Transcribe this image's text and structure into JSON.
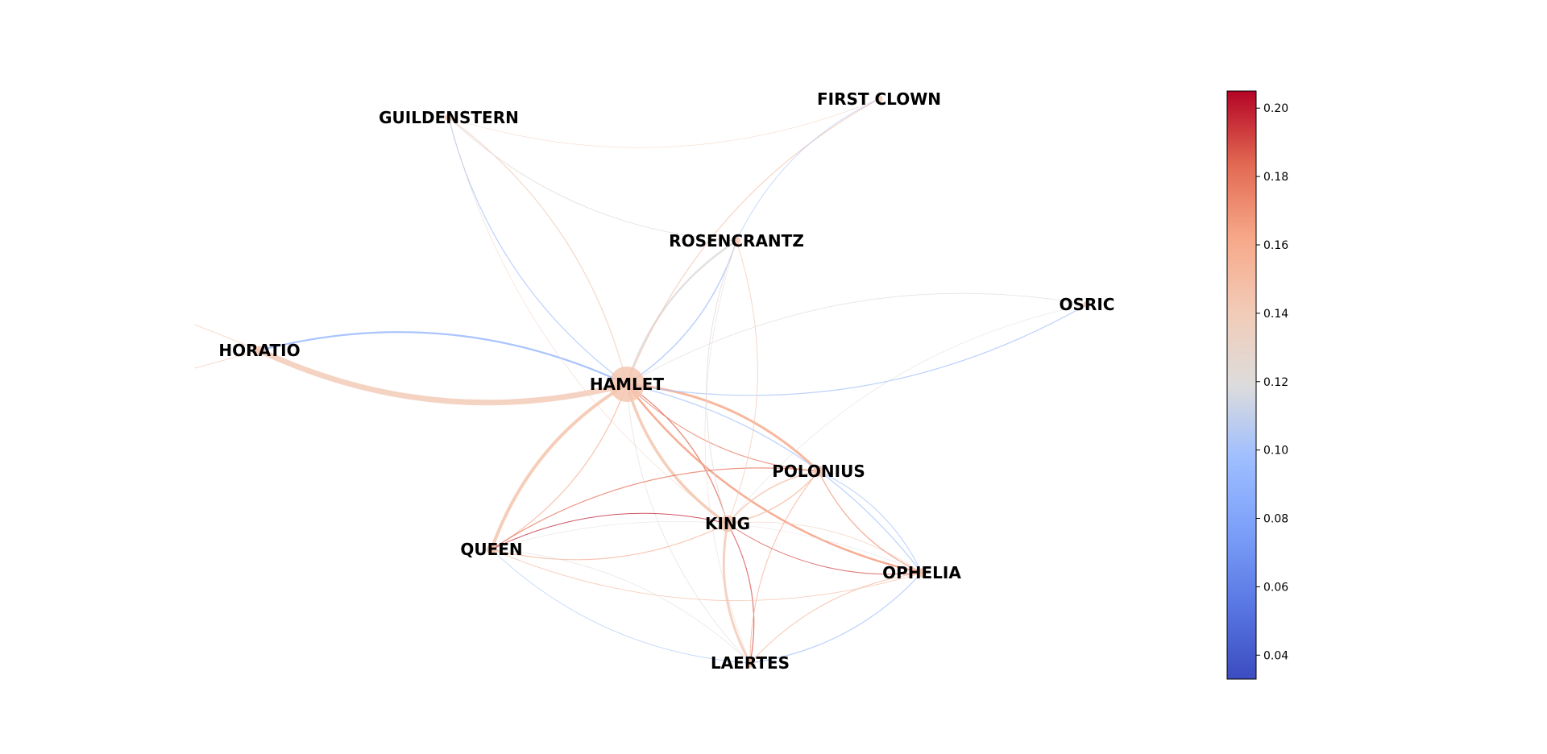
{
  "network": {
    "nodes": [
      {
        "id": "HAMLET",
        "label": "HAMLET",
        "size": 1.0
      },
      {
        "id": "KING",
        "label": "KING",
        "size": 0.35
      },
      {
        "id": "POLONIUS",
        "label": "POLONIUS",
        "size": 0.15
      },
      {
        "id": "QUEEN",
        "label": "QUEEN",
        "size": 0.12
      },
      {
        "id": "OPHELIA",
        "label": "OPHELIA",
        "size": 0.08
      },
      {
        "id": "LAERTES",
        "label": "LAERTES",
        "size": 0.1
      },
      {
        "id": "HORATIO",
        "label": "HORATIO",
        "size": 0.08
      },
      {
        "id": "ROSENCRANTZ",
        "label": "ROSENCRANTZ",
        "size": 0.06
      },
      {
        "id": "GUILDENSTERN",
        "label": "GUILDENSTERN",
        "size": 0.05
      },
      {
        "id": "FIRST CLOWN",
        "label": "FIRST CLOWN",
        "size": 0.03
      },
      {
        "id": "OSRIC",
        "label": "OSRIC",
        "size": 0.03
      }
    ],
    "edges": [
      {
        "source": "HORATIO",
        "target": "HAMLET",
        "value": 0.14,
        "width": 7
      },
      {
        "source": "HAMLET",
        "target": "HORATIO",
        "value": 0.095,
        "width": 2.2
      },
      {
        "source": "HAMLET",
        "target": "QUEEN",
        "value": 0.145,
        "width": 4
      },
      {
        "source": "QUEEN",
        "target": "HAMLET",
        "value": 0.155,
        "width": 1.3
      },
      {
        "source": "HAMLET",
        "target": "KING",
        "value": 0.145,
        "width": 3.5
      },
      {
        "source": "KING",
        "target": "HAMLET",
        "value": 0.185,
        "width": 1.3
      },
      {
        "source": "POLONIUS",
        "target": "HAMLET",
        "value": 0.16,
        "width": 3
      },
      {
        "source": "HAMLET",
        "target": "POLONIUS",
        "value": 0.175,
        "width": 1.2
      },
      {
        "source": "HAMLET",
        "target": "OPHELIA",
        "value": 0.165,
        "width": 2.5
      },
      {
        "source": "OPHELIA",
        "target": "HAMLET",
        "value": 0.1,
        "width": 1.2
      },
      {
        "source": "ROSENCRANTZ",
        "target": "HAMLET",
        "value": 0.12,
        "width": 2.5
      },
      {
        "source": "HAMLET",
        "target": "ROSENCRANTZ",
        "value": 0.1,
        "width": 1.5
      },
      {
        "source": "GUILDENSTERN",
        "target": "HAMLET",
        "value": 0.1,
        "width": 1.2
      },
      {
        "source": "HAMLET",
        "target": "GUILDENSTERN",
        "value": 0.14,
        "width": 1.2
      },
      {
        "source": "FIRST CLOWN",
        "target": "HAMLET",
        "value": 0.15,
        "width": 1
      },
      {
        "source": "HAMLET",
        "target": "OSRIC",
        "value": 0.1,
        "width": 1.2
      },
      {
        "source": "OSRIC",
        "target": "HAMLET",
        "value": 0.12,
        "width": 0.8
      },
      {
        "source": "HAMLET",
        "target": "LAERTES",
        "value": 0.12,
        "width": 0.8
      },
      {
        "source": "KING",
        "target": "QUEEN",
        "value": 0.2,
        "width": 1
      },
      {
        "source": "QUEEN",
        "target": "KING",
        "value": 0.155,
        "width": 1.2
      },
      {
        "source": "KING",
        "target": "LAERTES",
        "value": 0.14,
        "width": 3
      },
      {
        "source": "LAERTES",
        "target": "KING",
        "value": 0.19,
        "width": 1.2
      },
      {
        "source": "KING",
        "target": "POLONIUS",
        "value": 0.15,
        "width": 1.5
      },
      {
        "source": "POLONIUS",
        "target": "KING",
        "value": 0.15,
        "width": 1.5
      },
      {
        "source": "KING",
        "target": "OPHELIA",
        "value": 0.19,
        "width": 1
      },
      {
        "source": "OPHELIA",
        "target": "KING",
        "value": 0.14,
        "width": 0.8
      },
      {
        "source": "POLONIUS",
        "target": "QUEEN",
        "value": 0.18,
        "width": 1.2
      },
      {
        "source": "POLONIUS",
        "target": "OPHELIA",
        "value": 0.17,
        "width": 1.2
      },
      {
        "source": "OPHELIA",
        "target": "POLONIUS",
        "value": 0.1,
        "width": 1
      },
      {
        "source": "POLONIUS",
        "target": "LAERTES",
        "value": 0.16,
        "width": 1
      },
      {
        "source": "LAERTES",
        "target": "OPHELIA",
        "value": 0.1,
        "width": 1.2
      },
      {
        "source": "OPHELIA",
        "target": "LAERTES",
        "value": 0.155,
        "width": 1
      },
      {
        "source": "QUEEN",
        "target": "LAERTES",
        "value": 0.1,
        "width": 0.8
      },
      {
        "source": "LAERTES",
        "target": "QUEEN",
        "value": 0.12,
        "width": 0.7
      },
      {
        "source": "QUEEN",
        "target": "OPHELIA",
        "value": 0.15,
        "width": 0.9
      },
      {
        "source": "OPHELIA",
        "target": "QUEEN",
        "value": 0.12,
        "width": 0.6
      },
      {
        "source": "ROSENCRANTZ",
        "target": "KING",
        "value": 0.12,
        "width": 1
      },
      {
        "source": "KING",
        "target": "ROSENCRANTZ",
        "value": 0.14,
        "width": 1
      },
      {
        "source": "GUILDENSTERN",
        "target": "ROSENCRANTZ",
        "value": 0.12,
        "width": 1
      },
      {
        "source": "GUILDENSTERN",
        "target": "KING",
        "value": 0.14,
        "width": 0.6
      },
      {
        "source": "GUILDENSTERN",
        "target": "FIRST CLOWN",
        "value": 0.14,
        "width": 0.6
      },
      {
        "source": "FIRST CLOWN",
        "target": "ROSENCRANTZ",
        "value": 0.1,
        "width": 0.8
      },
      {
        "source": "OSRIC",
        "target": "KING",
        "value": 0.12,
        "width": 0.6
      },
      {
        "source": "ROSENCRANTZ",
        "target": "LAERTES",
        "value": 0.13,
        "width": 0.6
      },
      {
        "source": "HORATIO",
        "target": "HORATIO",
        "value": 0.15,
        "width": 0.7
      }
    ]
  },
  "colorbar": {
    "min": 0.033,
    "max": 0.205,
    "ticks": [
      "0.04",
      "0.06",
      "0.08",
      "0.10",
      "0.12",
      "0.14",
      "0.16",
      "0.18",
      "0.20"
    ],
    "colormap": "coolwarm"
  },
  "colors": {
    "low": "#3b4cc0",
    "mid": "#dddddd",
    "high": "#b40426"
  }
}
